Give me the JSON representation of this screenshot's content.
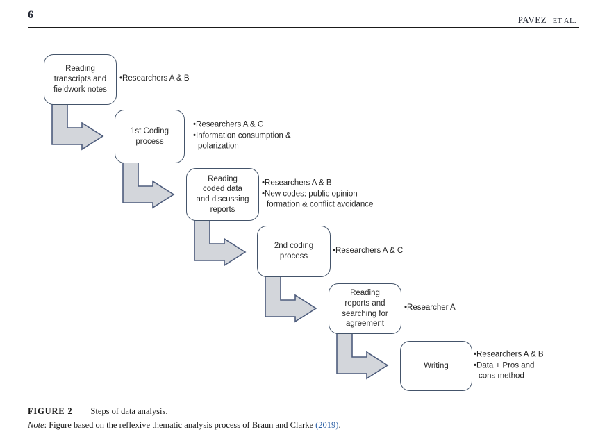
{
  "page": {
    "number": "6",
    "running_head": "PAVEZ",
    "running_head_suffix": "ET AL."
  },
  "figure": {
    "steps": [
      {
        "label": "Reading\ntranscripts and\nfieldwork notes",
        "bullets": [
          "•Researchers A & B"
        ]
      },
      {
        "label": "1st Coding\nprocess",
        "bullets": [
          "•Researchers A & C",
          "•Information consumption &\npolarization"
        ]
      },
      {
        "label": "Reading\ncoded data\nand discussing\nreports",
        "bullets": [
          "•Researchers A & B",
          "•New codes: public opinion\nformation & conflict avoidance"
        ]
      },
      {
        "label": "2nd coding\nprocess",
        "bullets": [
          "•Researchers A & C"
        ]
      },
      {
        "label": "Reading\nreports and\nsearching for\nagreement",
        "bullets": [
          "•Researcher A"
        ]
      },
      {
        "label": "Writing",
        "bullets": [
          "•Researchers A & B",
          "•Data + Pros and\ncons method"
        ]
      }
    ]
  },
  "caption": {
    "label": "FIGURE 2",
    "title": "Steps of data analysis.",
    "note_prefix": "Note",
    "note_body": ": Figure based on the reflexive thematic analysis process of Braun and Clarke ",
    "note_link": "(2019)",
    "note_end": "."
  },
  "colors": {
    "box_border": "#44546A",
    "arrow_fill": "#D3D6DB",
    "arrow_border": "#4D5C7C",
    "citation_link_blue": "#2B5FA5"
  }
}
